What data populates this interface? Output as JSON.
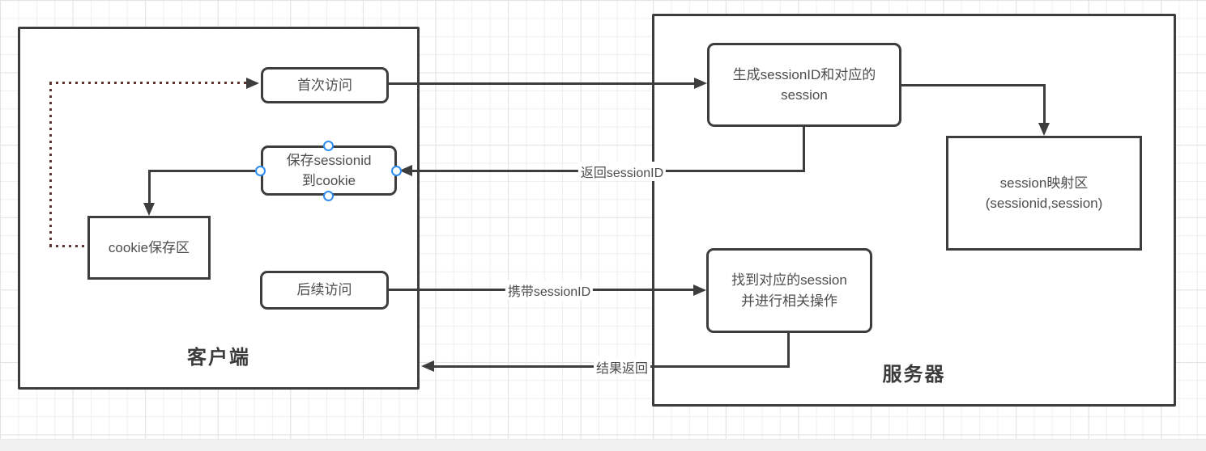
{
  "diagram": {
    "client": {
      "label": "客户端",
      "nodes": {
        "first_visit": "首次访问",
        "save_sessionid": "保存sessionid\n到cookie",
        "cookie_store": "cookie保存区",
        "next_visit": "后续访问"
      }
    },
    "server": {
      "label": "服务器",
      "nodes": {
        "gen_session": "生成sessionID和对应的\nsession",
        "session_map": "session映射区\n(sessionid,session)",
        "find_session": "找到对应的session\n并进行相关操作"
      }
    },
    "edge_labels": {
      "return_sessionid": "返回sessionID",
      "carry_sessionid": "携带sessionID",
      "result_return": "结果返回"
    },
    "colors": {
      "stroke": "#3d3d3d",
      "selection_handle": "#2d8cf0",
      "dotted_edge": "#5c3333",
      "grid_minor": "#efefef",
      "grid_major": "#e3e3e3",
      "scrollbar_track": "#f1f1f2"
    }
  }
}
